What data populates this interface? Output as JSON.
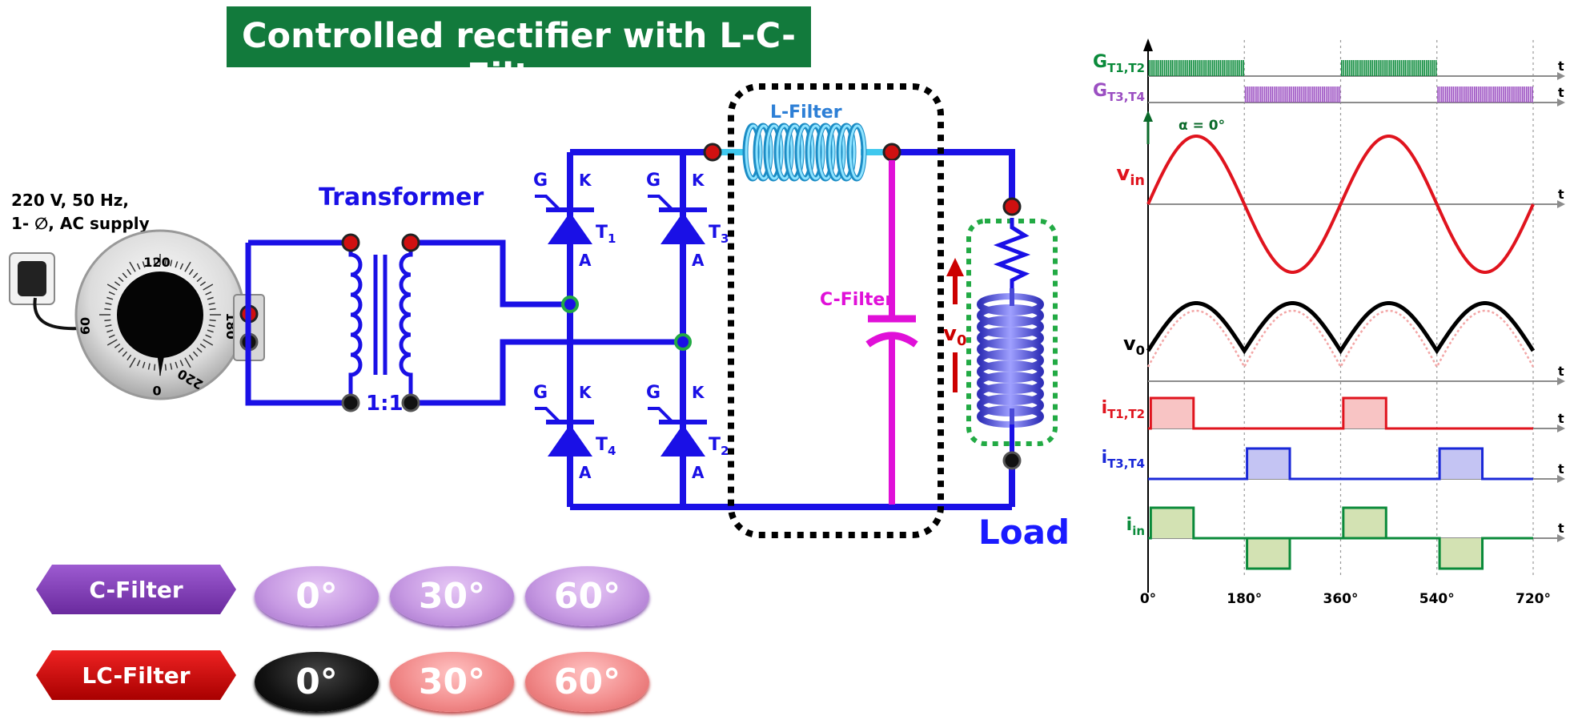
{
  "title": "Controlled rectifier with L-C-Filter",
  "supply": {
    "line1": "220 V, 50 Hz,",
    "line2": "1- ∅, AC supply"
  },
  "dial": {
    "labels": [
      "120",
      "60",
      "180",
      "0",
      "220"
    ]
  },
  "transformer": {
    "label": "Transformer",
    "ratio": "1:1"
  },
  "thyristors": [
    {
      "g": "G",
      "k": "K",
      "a": "A",
      "name": "T",
      "sub": "1"
    },
    {
      "g": "G",
      "k": "K",
      "a": "A",
      "name": "T",
      "sub": "3"
    },
    {
      "g": "G",
      "k": "K",
      "a": "A",
      "name": "T",
      "sub": "4"
    },
    {
      "g": "G",
      "k": "K",
      "a": "A",
      "name": "T",
      "sub": "2"
    }
  ],
  "filters": {
    "l_label": "L-Filter",
    "c_label": "C-Filter"
  },
  "output": {
    "v": "v",
    "sub": "0",
    "load": "Load"
  },
  "buttons": {
    "c_filter": {
      "label": "C-Filter",
      "angles": [
        "0°",
        "30°",
        "60°"
      ],
      "selected": null
    },
    "lc_filter": {
      "label": "LC-Filter",
      "angles": [
        "0°",
        "30°",
        "60°"
      ],
      "selected": "0°"
    }
  },
  "waveforms": {
    "alpha_label": "α = 0°",
    "t_label": "t",
    "rows": [
      {
        "main": "G",
        "sub": "T1,T2",
        "color": "#0a8a3a"
      },
      {
        "main": "G",
        "sub": "T3,T4",
        "color": "#9b4fc2"
      },
      {
        "main": "v",
        "sub": "in",
        "color": "#e0141e"
      },
      {
        "main": "v",
        "sub": "0",
        "color": "#000000"
      },
      {
        "main": "i",
        "sub": "T1,T2",
        "color": "#e0141e"
      },
      {
        "main": "i",
        "sub": "T3,T4",
        "color": "#1a28d8"
      },
      {
        "main": "i",
        "sub": "in",
        "color": "#0a8a3a"
      }
    ],
    "x_ticks": [
      "0°",
      "180°",
      "360°",
      "540°",
      "720°"
    ]
  },
  "colors": {
    "wire": "#1a10e6",
    "inductor": "#3fc8ee",
    "capacitor": "#e010d8",
    "load_coil": "#6666ee",
    "title_bg": "#127a3c",
    "filter_box": "#000000",
    "load_box": "#22aa44"
  }
}
